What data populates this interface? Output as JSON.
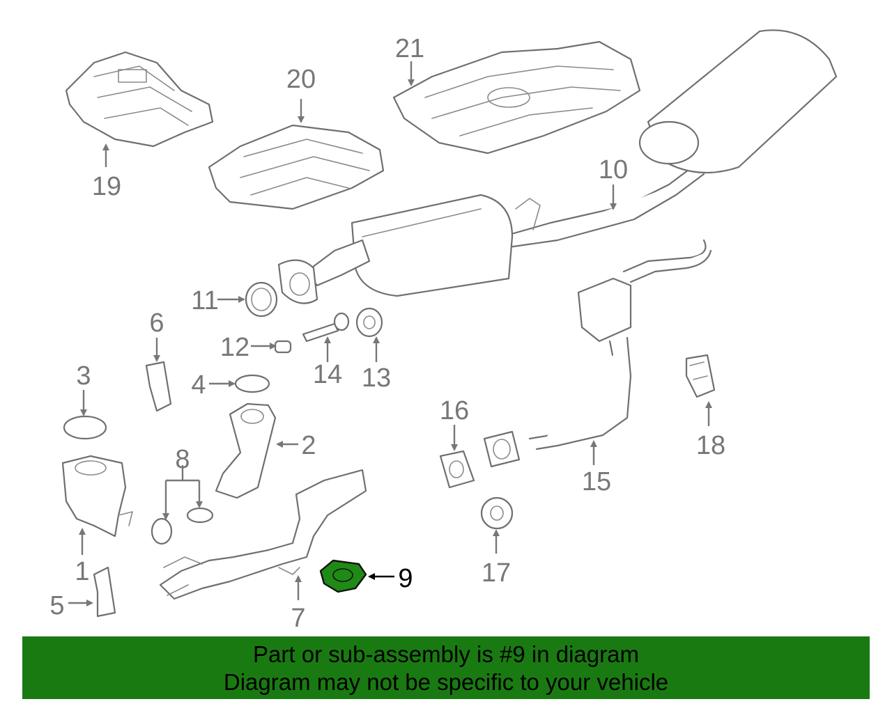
{
  "callouts": {
    "c1": "1",
    "c2": "2",
    "c3": "3",
    "c4": "4",
    "c5": "5",
    "c6": "6",
    "c7": "7",
    "c8": "8",
    "c9": "9",
    "c10": "10",
    "c11": "11",
    "c12": "12",
    "c13": "13",
    "c14": "14",
    "c15": "15",
    "c16": "16",
    "c17": "17",
    "c18": "18",
    "c19": "19",
    "c20": "20",
    "c21": "21"
  },
  "highlight": {
    "part_number": "9",
    "fill": "#1f8a16"
  },
  "banner": {
    "line1": "Part or sub-assembly is #9 in diagram",
    "line2": "Diagram may not be specific to your vehicle",
    "background": "#1a7a12"
  }
}
